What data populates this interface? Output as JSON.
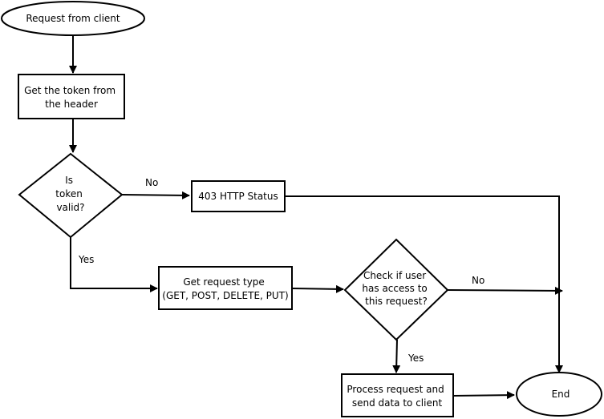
{
  "nodes": {
    "start": {
      "lines": [
        "Request from client"
      ]
    },
    "get_token": {
      "lines": [
        "Get the token from",
        "the header"
      ]
    },
    "token_valid": {
      "lines": [
        "Is",
        "token",
        "valid?"
      ]
    },
    "status_403": {
      "lines": [
        "403 HTTP Status"
      ]
    },
    "get_type": {
      "lines": [
        "Get request type",
        "(GET, POST, DELETE, PUT)"
      ]
    },
    "check_access": {
      "lines": [
        "Check if user",
        "has access to",
        "this request?"
      ]
    },
    "process": {
      "lines": [
        "Process request and",
        "send data to client"
      ]
    },
    "end": {
      "lines": [
        "End"
      ]
    }
  },
  "edges": {
    "token_no": "No",
    "token_yes": "Yes",
    "access_no": "No",
    "access_yes": "Yes"
  }
}
